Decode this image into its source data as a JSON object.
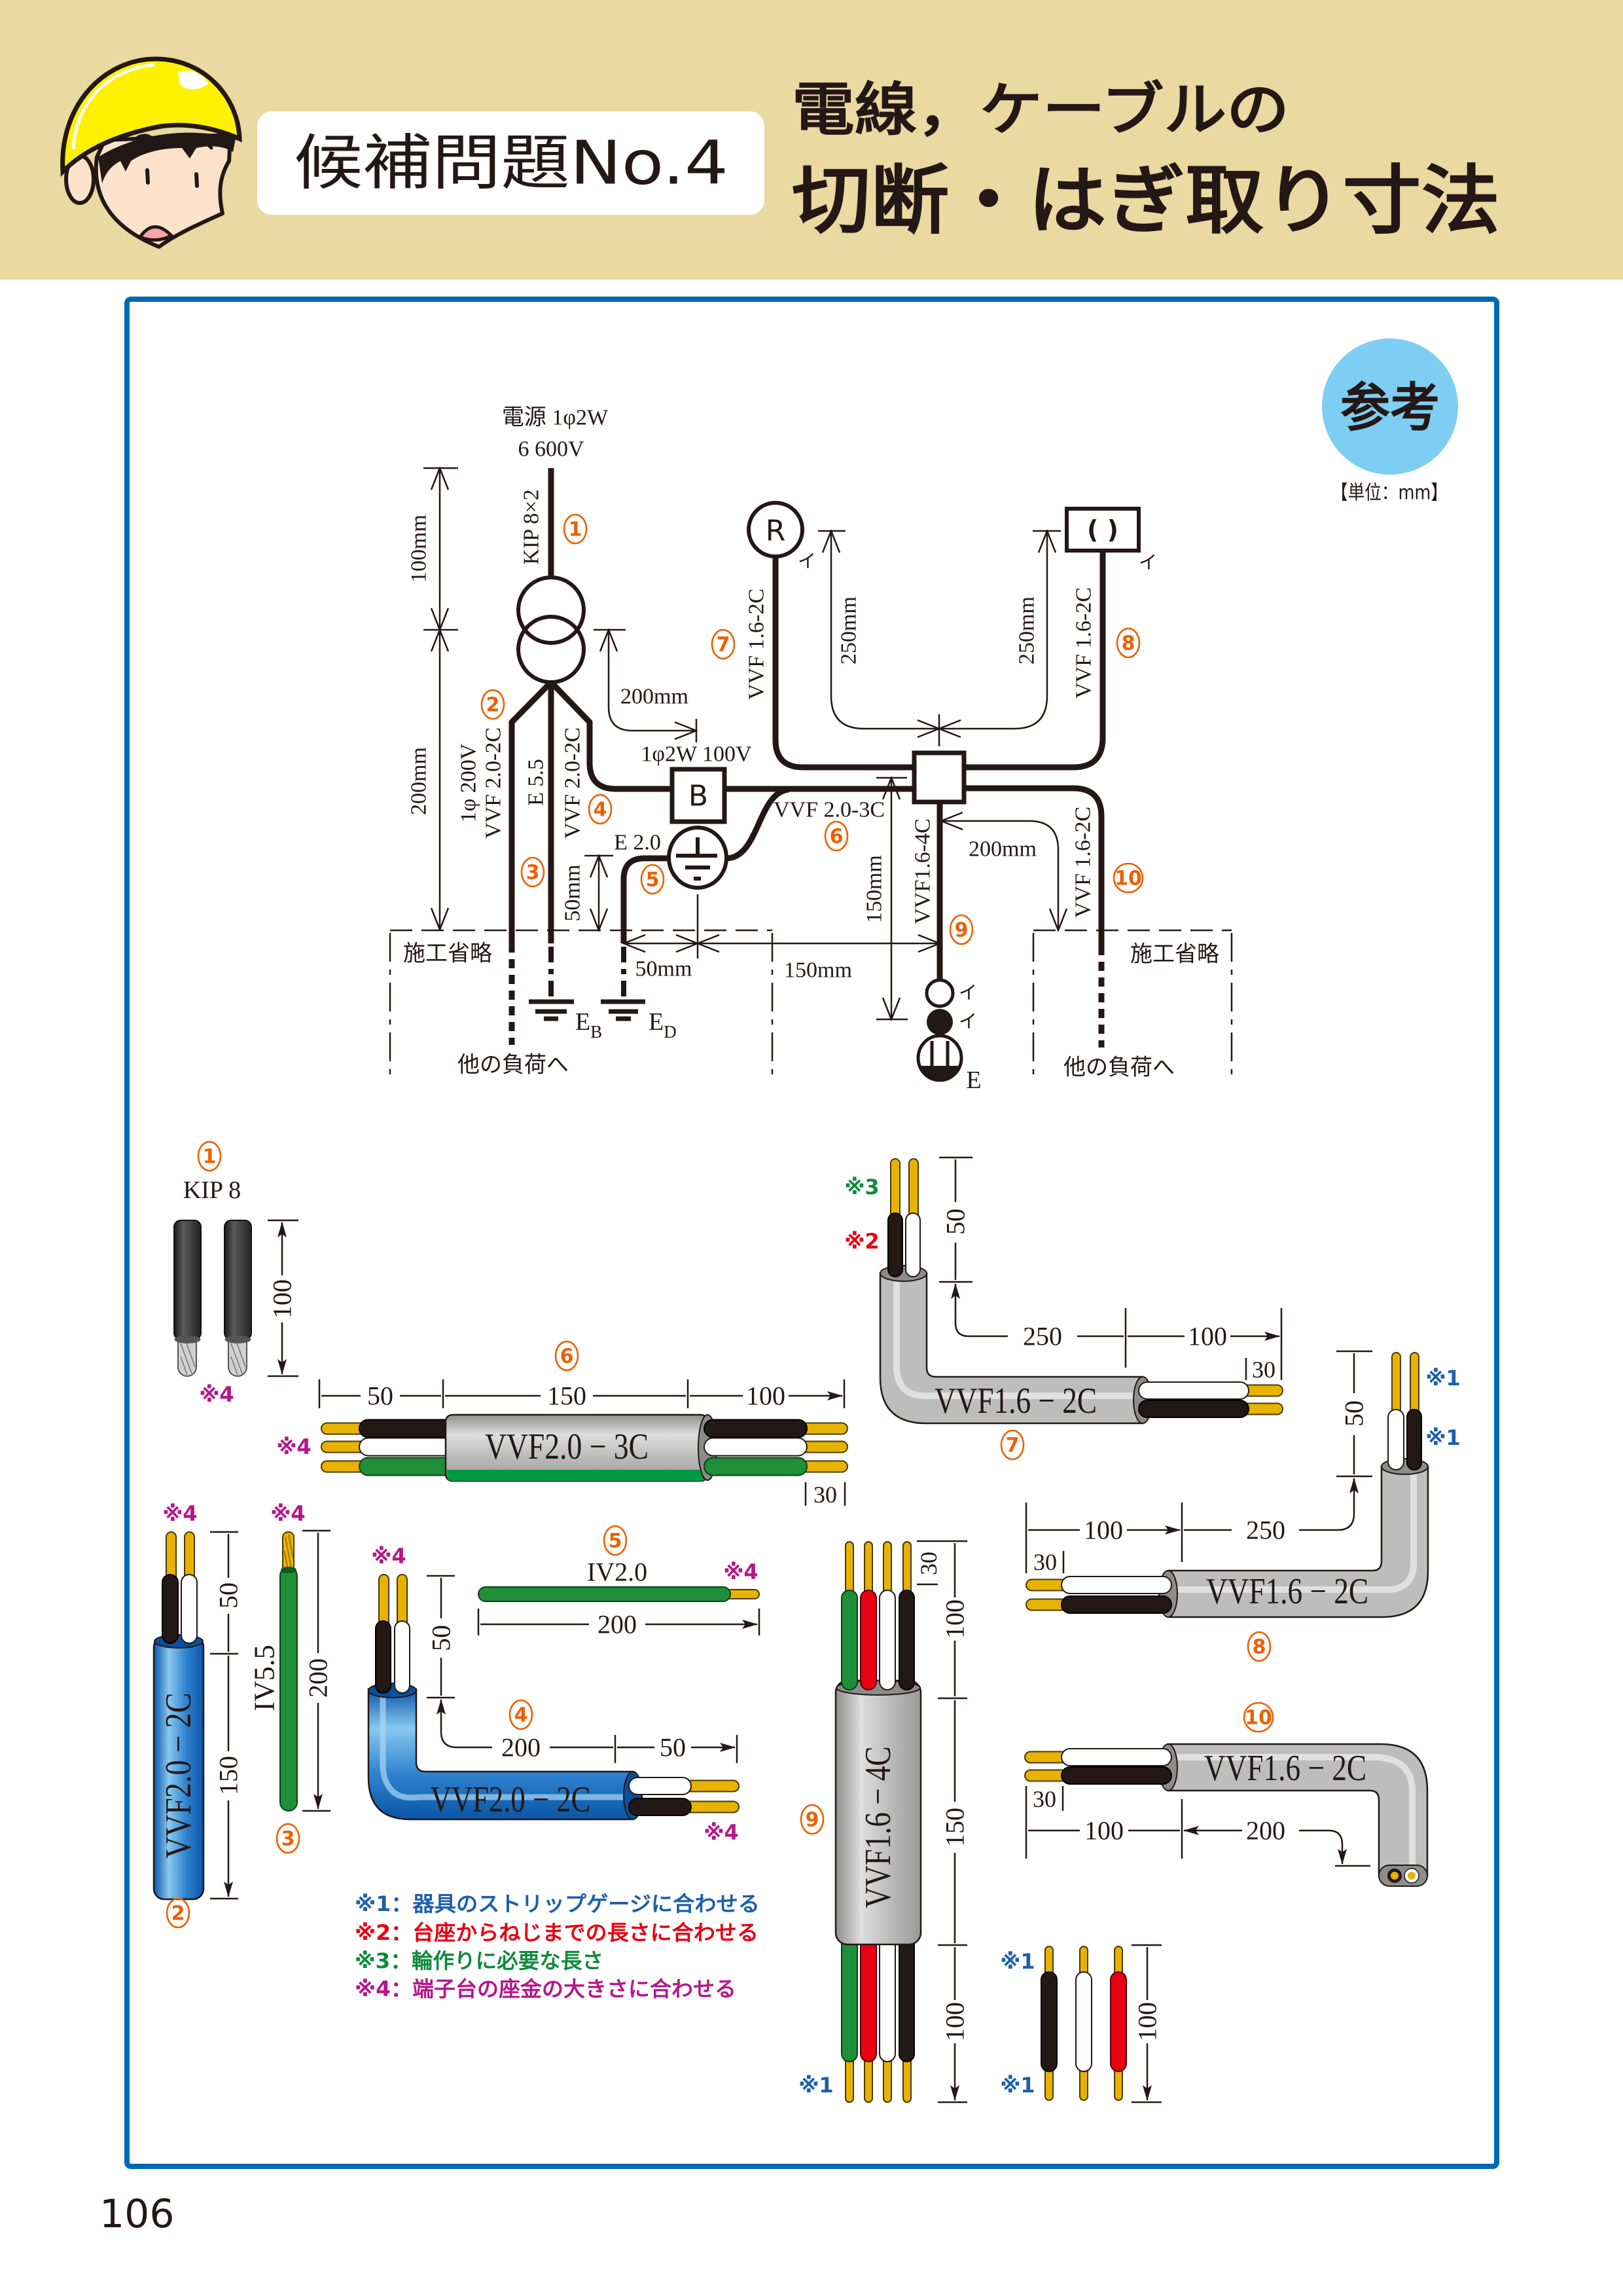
{
  "header": {
    "badge": "候補問題No.4",
    "title_line1": "電線，ケーブルの",
    "title_line2": "切断・はぎ取り寸法"
  },
  "reference": {
    "badge": "参考",
    "unit_note": "【単位：mm】"
  },
  "wiring_diagram": {
    "power_source": "電源 1φ2W",
    "source_voltage": "6 600V",
    "kip_cable": "KIP 8×2",
    "secondary_200v": "1φ 200V",
    "cable_2": "VVF 2.0-2C",
    "cable_3": "E 5.5",
    "cable_4": "VVF 2.0-2C",
    "cable_5": "E 2.0",
    "breaker_supply": "1φ2W 100V",
    "breaker_symbol": "B",
    "cable_6": "VVF 2.0-3C",
    "cable_7": "VVF 1.6-2C",
    "cable_8": "VVF 1.6-2C",
    "cable_9": "VVF1.6-4C",
    "cable_10": "VVF 1.6-2C",
    "receptacle_symbol": "R",
    "lamp_symbol": "( )",
    "circuit_label": "イ",
    "outlet_earth_label": "E",
    "ground_b": {
      "main": "E",
      "sub": "B"
    },
    "ground_d": {
      "main": "E",
      "sub": "D"
    },
    "omitted": "施工省略",
    "to_other_loads": "他の負荷へ",
    "dimensions": {
      "kip_length": "100mm",
      "transformer_to_omitted": "200mm",
      "transformer_to_breaker": "200mm",
      "box_to_receptacle": "250mm",
      "box_to_lamp": "250mm",
      "earth_terminal_vertical": "50mm",
      "earth_terminal_horizontal": "50mm",
      "box_to_switch_horizontal": "150mm",
      "box_to_switch_vertical": "150mm",
      "box_to_other_load": "200mm"
    },
    "markers": [
      "1",
      "2",
      "3",
      "4",
      "5",
      "6",
      "7",
      "8",
      "9",
      "10"
    ]
  },
  "cables": [
    {
      "no": "1",
      "name": "KIP 8",
      "dims": [
        "100"
      ],
      "notes": [
        "※4"
      ]
    },
    {
      "no": "2",
      "name": "VVF2.0 − 2C",
      "dims": [
        "50",
        "150"
      ],
      "notes": [
        "※4"
      ]
    },
    {
      "no": "3",
      "name": "IV5.5",
      "dims": [
        "200"
      ],
      "notes": [
        "※4"
      ]
    },
    {
      "no": "4",
      "name": "VVF2.0 − 2C",
      "dims": [
        "50",
        "200",
        "50"
      ],
      "notes": [
        "※4",
        "※4"
      ]
    },
    {
      "no": "5",
      "name": "IV2.0",
      "dims": [
        "200"
      ],
      "notes": [
        "※4"
      ]
    },
    {
      "no": "6",
      "name": "VVF2.0 − 3C",
      "dims": [
        "50",
        "150",
        "100",
        "30"
      ],
      "notes": [
        "※4"
      ]
    },
    {
      "no": "7",
      "name": "VVF1.6 − 2C",
      "dims": [
        "50",
        "250",
        "100",
        "30"
      ],
      "notes": [
        "※3",
        "※2"
      ]
    },
    {
      "no": "8",
      "name": "VVF1.6 − 2C",
      "dims": [
        "50",
        "250",
        "100",
        "30"
      ],
      "notes": [
        "※1",
        "※1"
      ]
    },
    {
      "no": "9",
      "name": "VVF1.6 − 4C",
      "dims": [
        "30",
        "100",
        "150",
        "100"
      ],
      "notes": [
        "※1"
      ]
    },
    {
      "no": "10",
      "name": "VVF1.6 − 2C",
      "dims": [
        "30",
        "100",
        "200"
      ],
      "notes": []
    }
  ],
  "loose_wires": {
    "dim": "100",
    "notes": [
      "※1",
      "※1"
    ]
  },
  "notes": [
    {
      "text": "※1：器具のストリップゲージに合わせる",
      "color": "#1D5FAA"
    },
    {
      "text": "※2：台座からねじまでの長さに合わせる",
      "color": "#E60012"
    },
    {
      "text": "※3：輪作りに必要な長さ",
      "color": "#108A3C"
    },
    {
      "text": "※4：端子台の座金の大きさに合わせる",
      "color": "#B5178A"
    }
  ],
  "page_number": "106",
  "colors": {
    "header_background": "#EAD9A0",
    "frame": "#0068B7",
    "reference_circle": "#7ECEF4",
    "marker_orange": "#EB6100",
    "conductor_gold": "#E8B200",
    "ink": "#231815"
  }
}
